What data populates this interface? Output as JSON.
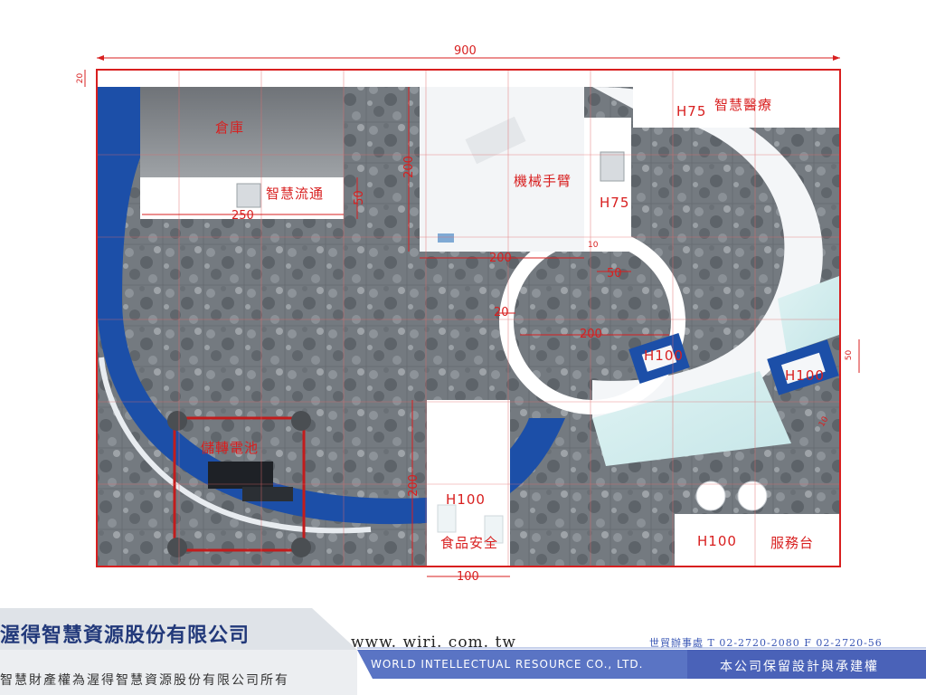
{
  "dimensions": {
    "overall_width": "900",
    "top_margin": "20",
    "warehouse_width": "250",
    "logistics_depth": "50",
    "arm_width": "200",
    "arm_depth": "200",
    "arm_gap": "10",
    "medical_depth": "50",
    "ring_thickness": "20",
    "ring_diameter": "200",
    "right_depth": "50",
    "right_small": "10",
    "food_depth": "200",
    "food_width": "100"
  },
  "zones": {
    "warehouse": "倉庫",
    "logistics": "智慧流通",
    "robot_arm": "機械手臂",
    "medical": "智慧醫療",
    "medical_height": "H75",
    "arm_height": "H75",
    "energy": "儲轉電池",
    "food": "食品安全",
    "food_height": "H100",
    "service": "服務台",
    "service_height": "H100",
    "kiosk1": "H100",
    "kiosk2": "H100"
  },
  "footer": {
    "company_cn": "渥得智慧資源股份有限公司",
    "ip_notice": "智慧財產權為渥得智慧資源股份有限公司所有",
    "website": "www. wiri. com. tw",
    "company_en": "WORLD INTELLECTUAL RESOURCE CO., LTD.",
    "office": "世貿辦事處  T  02-2720-2080  F  02-2720-56",
    "rights": "本公司保留設計與承建權"
  },
  "colors": {
    "accent_blue": "#1c4fa8",
    "dimension_red": "#d81f1f",
    "footer_navy": "#22397a",
    "footer_blue": "#4a62b8"
  }
}
